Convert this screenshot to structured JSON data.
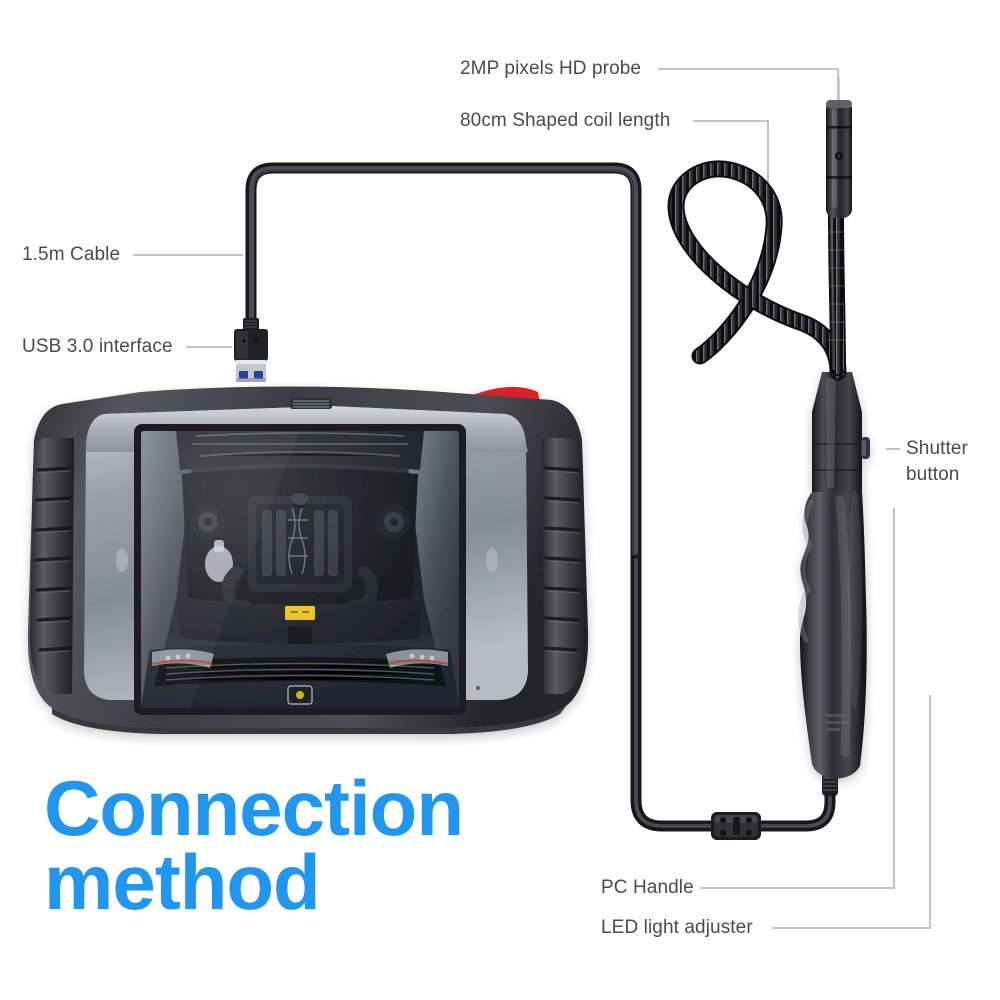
{
  "headline": {
    "line1": "Connection",
    "line2": "method",
    "color": "#2196ee"
  },
  "theme": {
    "background": "#ffffff",
    "label_text": "#4a4a4a",
    "leader_line": "#b4b4b4",
    "cable_black": "#2b2d30",
    "device_black": "#3a3c40",
    "device_gray": "#9aa0a6",
    "accent_red": "#d8232a",
    "usb_blue": "#2b3fa0",
    "screen_dark": "#1b1f24",
    "screen_yellow": "#e8c21a"
  },
  "callouts": [
    {
      "id": "probe",
      "label": "2MP pixels HD probe",
      "lines": 1
    },
    {
      "id": "coil",
      "label": "80cm Shaped coil length",
      "lines": 1
    },
    {
      "id": "cable",
      "label": "1.5m Cable",
      "lines": 1
    },
    {
      "id": "usb",
      "label": "USB 3.0 interface",
      "lines": 1
    },
    {
      "id": "shutter",
      "label": "Shutter button",
      "lines": 2
    },
    {
      "id": "pc-handle",
      "label": "PC Handle",
      "lines": 1
    },
    {
      "id": "led",
      "label": "LED light adjuster",
      "lines": 1
    }
  ],
  "device": {
    "name": "rugged-diagnostic-tablet",
    "screen_content": "car-engine-bay-photo",
    "has_speaker_grille": true,
    "grip_ridges": 7,
    "accent_strip": "top-right-red"
  },
  "endoscope": {
    "name": "usb-borescope-inspection-camera",
    "parts": [
      "camera-probe-tip",
      "flexible-gooseneck-coil",
      "pistol-grip-handle",
      "shutter-button",
      "led-light-adjuster-module",
      "usb-3-connector"
    ]
  }
}
